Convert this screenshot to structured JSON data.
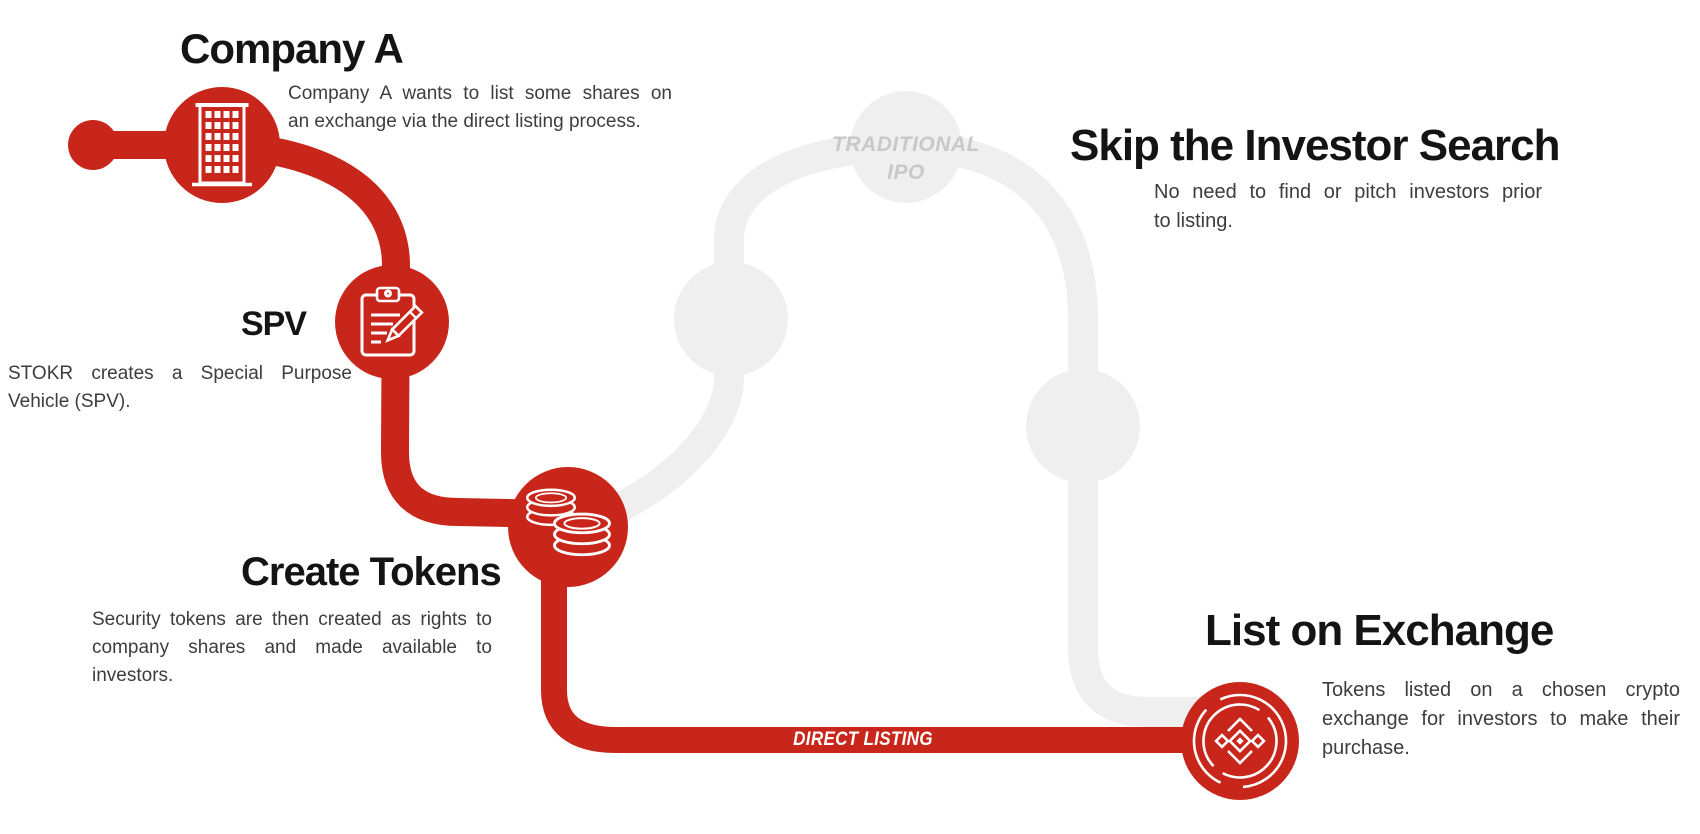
{
  "palette": {
    "red": "#c8261b",
    "track_gray": "#efefef",
    "muted_label_gray": "#c8c8c8",
    "heading_color": "#141414",
    "body_color": "#3d3d3d"
  },
  "route_labels": {
    "direct": "DIRECT LISTING",
    "traditional_lines": [
      "TRADITIONAL",
      "IPO"
    ]
  },
  "steps": [
    {
      "title": "Company A",
      "icon": "building-icon",
      "description_lines": [
        "Company A wants to list some shares on",
        "an exchange via the direct listing process."
      ]
    },
    {
      "title": "SPV",
      "icon": "clipboard-pencil-icon",
      "description_lines": [
        "STOKR creates a Special Purpose",
        "Vehicle (SPV)."
      ]
    },
    {
      "title": "Create Tokens",
      "icon": "coins-icon",
      "description_lines": [
        "Security tokens are then created as rights to",
        "company shares and made available to",
        "investors."
      ]
    },
    {
      "title": "List on Exchange",
      "icon": "exchange-logo-icon",
      "description_lines": [
        "Tokens listed on a chosen crypto",
        "exchange for investors to make their",
        "purchase."
      ]
    }
  ],
  "benefit": {
    "title": "Skip the Investor Search",
    "description_lines": [
      "No need to find or pitch investors prior",
      "to listing."
    ]
  }
}
